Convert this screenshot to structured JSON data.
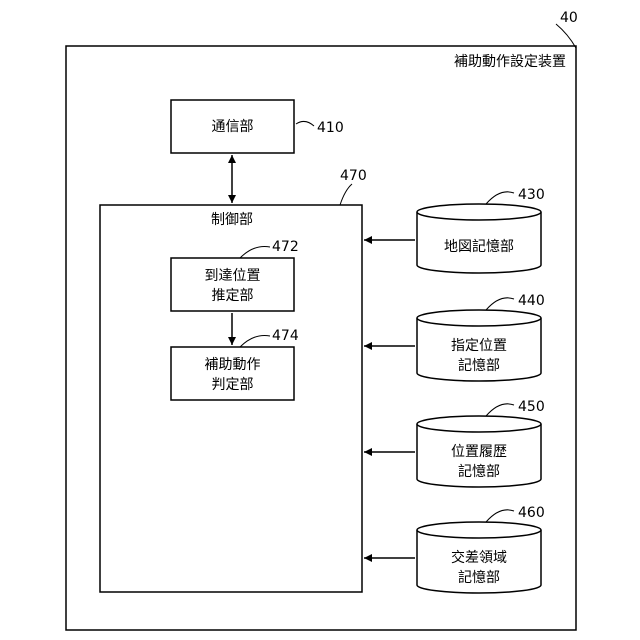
{
  "device": {
    "ref": "40",
    "title": "補助動作設定装置"
  },
  "communication_unit": {
    "label": "通信部",
    "ref": "410"
  },
  "control_unit": {
    "label": "制御部",
    "ref": "470"
  },
  "arrival_estimation_unit": {
    "line1": "到達位置",
    "line2": "推定部",
    "ref": "472"
  },
  "assist_judgment_unit": {
    "line1": "補助動作",
    "line2": "判定部",
    "ref": "474"
  },
  "map_storage": {
    "line1": "地図記憶部",
    "ref": "430"
  },
  "designated_position_storage": {
    "line1": "指定位置",
    "line2": "記憶部",
    "ref": "440"
  },
  "position_history_storage": {
    "line1": "位置履歴",
    "line2": "記憶部",
    "ref": "450"
  },
  "intersection_area_storage": {
    "line1": "交差領域",
    "line2": "記憶部",
    "ref": "460"
  }
}
